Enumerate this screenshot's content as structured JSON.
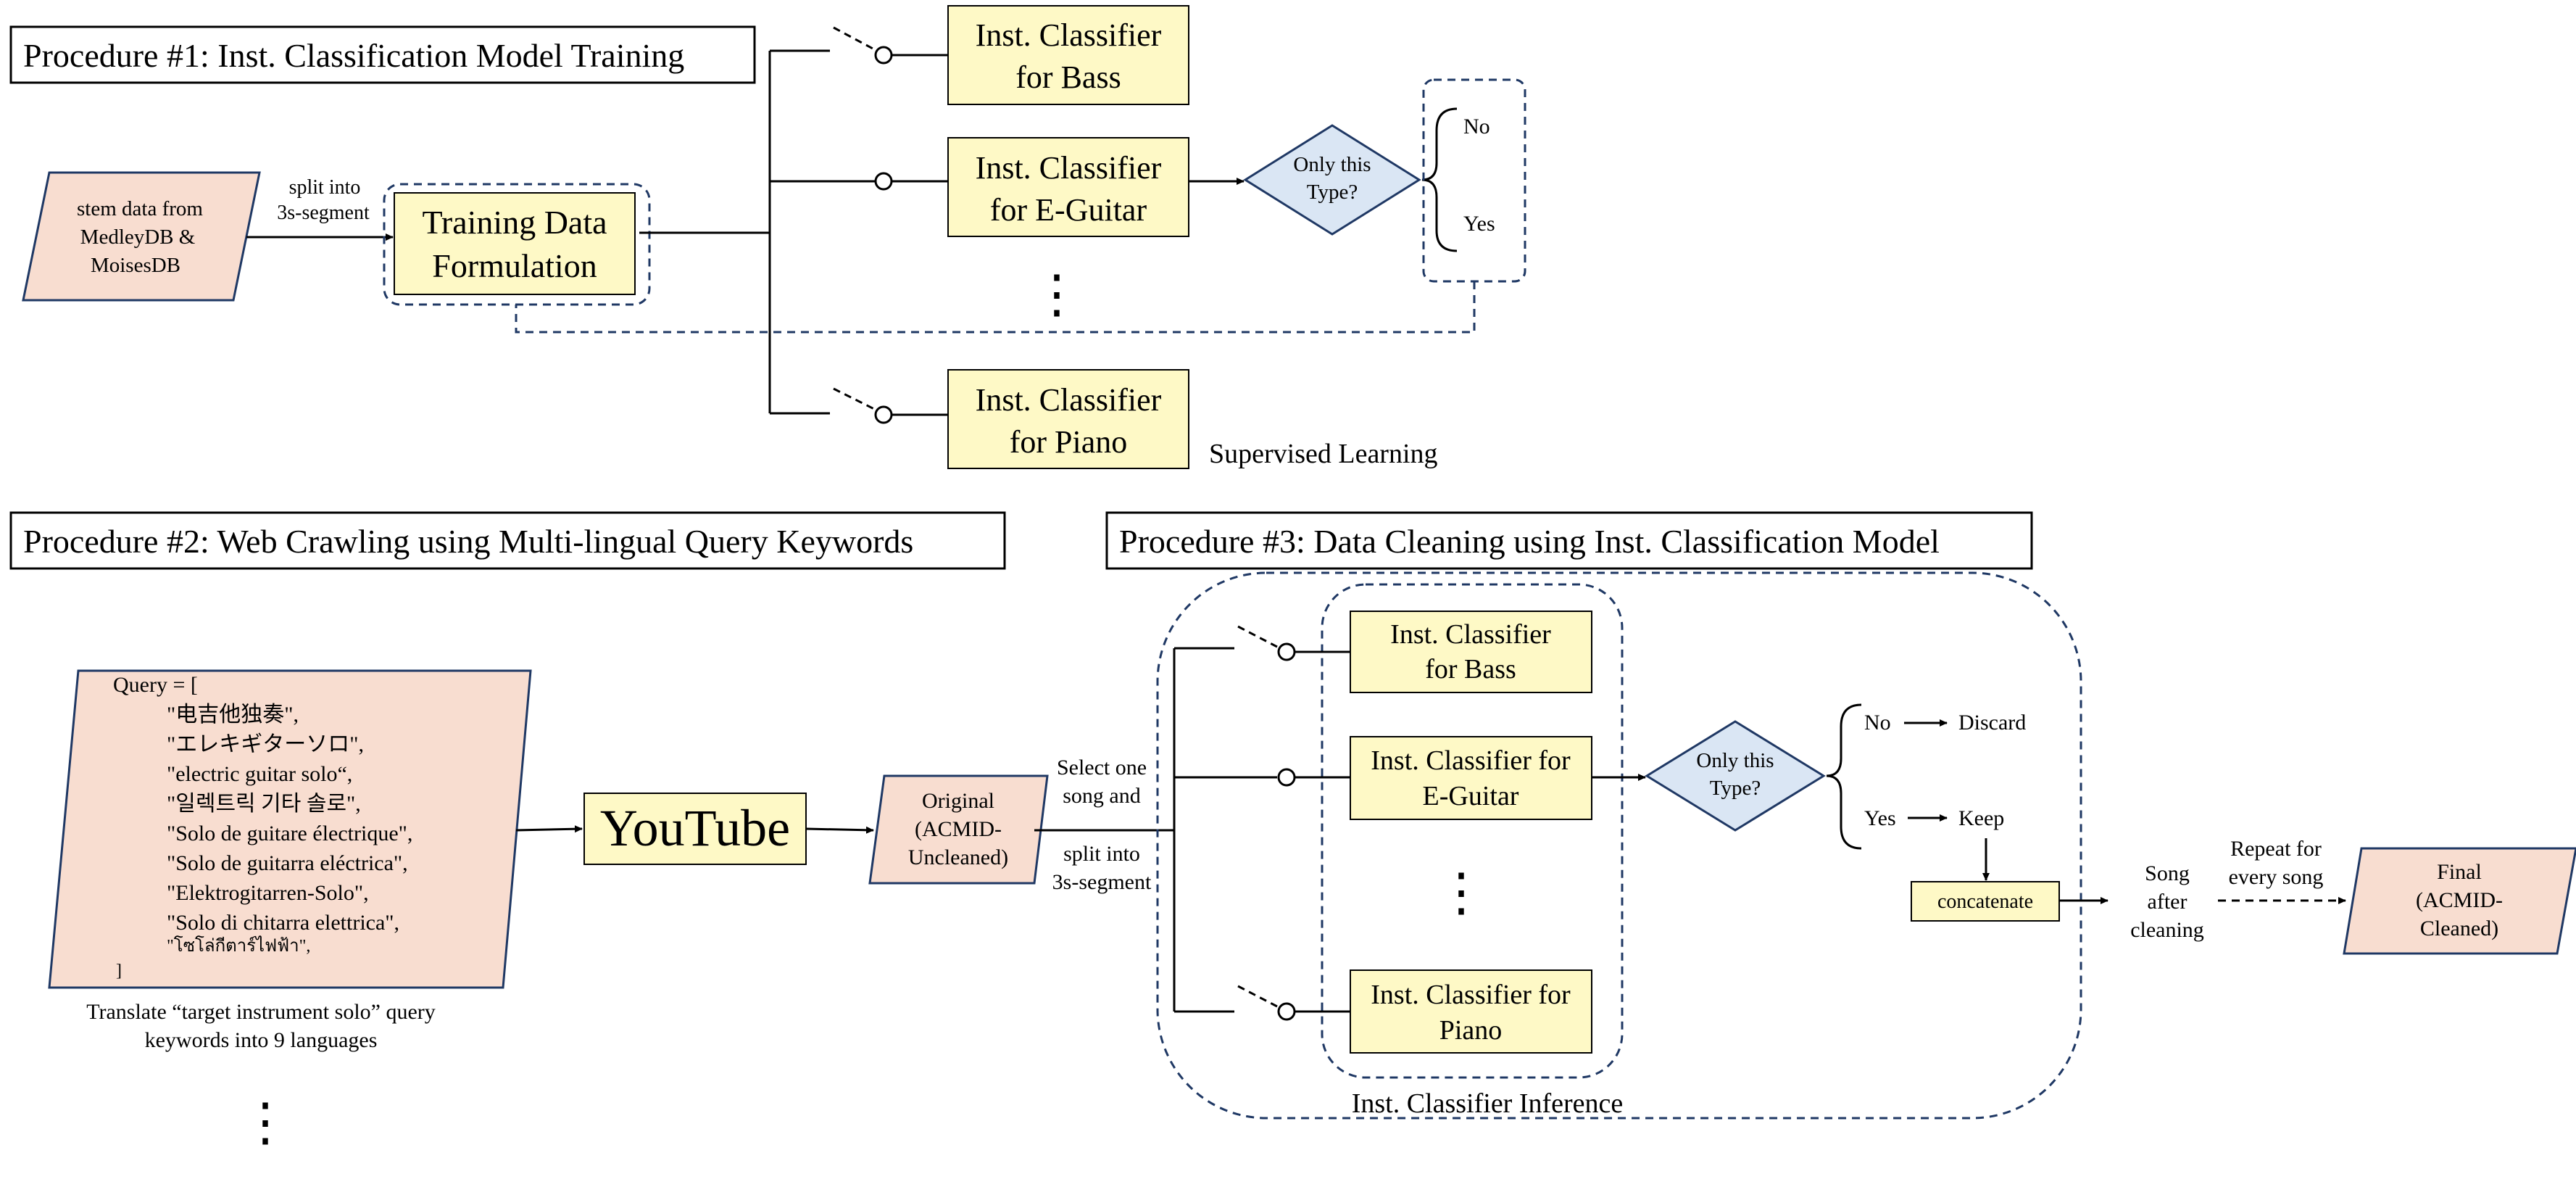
{
  "colors": {
    "stroke": "#1f3864",
    "line": "#000000",
    "classifier_fill": "#fef9c6",
    "data_fill": "#f8ddd0",
    "decision_fill": "#dae6f4",
    "background": "#ffffff"
  },
  "procedure1": {
    "title": "Procedure #1: Inst. Classification Model Training",
    "stem_data_lines": [
      "stem data from",
      "MedleyDB  &",
      "MoisesDB"
    ],
    "split_label_lines": [
      "split into",
      "3s-segment"
    ],
    "training_lines": [
      "Training Data",
      "Formulation"
    ],
    "classifiers": [
      {
        "line1": "Inst. Classifier",
        "line2": "for Bass"
      },
      {
        "line1": "Inst. Classifier",
        "line2": "for E-Guitar"
      },
      {
        "line1": "Inst. Classifier",
        "line2": "for Piano"
      }
    ],
    "decision_lines": [
      "Only this",
      "Type?"
    ],
    "answer_no": "No",
    "answer_yes": "Yes",
    "ellipsis": "⋮",
    "caption": "Supervised Learning"
  },
  "procedure2": {
    "title": "Procedure #2: Web Crawling using Multi-lingual Query Keywords",
    "query_lines": [
      "Query = [",
      "\"电吉他独奏\",",
      "\"エレキギターソロ\",",
      "\"electric guitar solo“,",
      "\"일렉트릭 기타 솔로\",",
      "\"Solo de guitare électrique\",",
      "\"Solo de guitarra eléctrica\",",
      "\"Elektrogitarren-Solo\",",
      "\"Solo di chitarra elettrica\",",
      "\"โซโล่กีตาร์ไฟฟ้า\",",
      "]"
    ],
    "caption_lines": [
      "Translate “target instrument solo” query",
      "keywords into 9 languages"
    ],
    "youtube": "YouTube",
    "original_lines": [
      "Original",
      "(ACMID-",
      "Uncleaned)"
    ],
    "ellipsis": "⋮"
  },
  "procedure3": {
    "title": "Procedure #3: Data Cleaning using Inst. Classification Model",
    "select_label_lines": [
      "Select one",
      "song and"
    ],
    "split_label_lines": [
      "split into",
      "3s-segment"
    ],
    "classifiers": [
      {
        "line1": "Inst. Classifier",
        "line2": "for Bass"
      },
      {
        "line1": "Inst. Classifier for",
        "line2": "E-Guitar"
      },
      {
        "line1": "Inst. Classifier for",
        "line2": "Piano"
      }
    ],
    "ellipsis": "⋮",
    "decision_lines": [
      "Only this",
      "Type?"
    ],
    "answer_no": "No",
    "answer_yes": "Yes",
    "discard": "Discard",
    "keep": "Keep",
    "concatenate": "concatenate",
    "song_after_lines": [
      "Song",
      "after",
      "cleaning"
    ],
    "repeat_lines": [
      "Repeat for",
      "every song"
    ],
    "final_lines": [
      "Final",
      "(ACMID-",
      "Cleaned)"
    ],
    "inference_caption": "Inst. Classifier Inference"
  }
}
